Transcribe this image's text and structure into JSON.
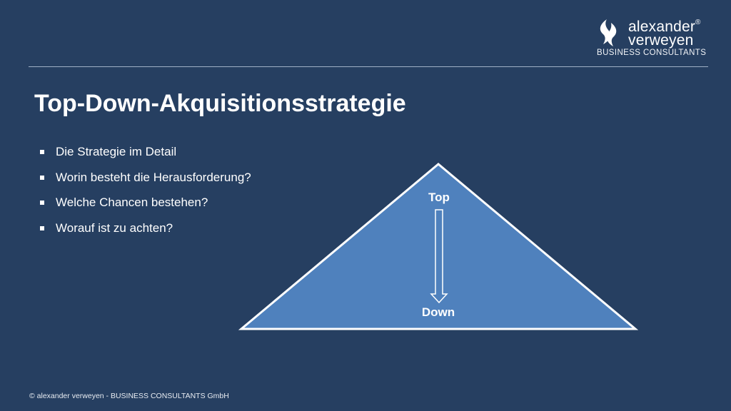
{
  "logo": {
    "name_line1": "alexander",
    "registered_mark": "®",
    "name_line2": "verweyen",
    "subtitle": "BUSINESS CONSULTANTS"
  },
  "slide": {
    "title": "Top-Down-Akquisitionsstrategie",
    "bullets": [
      "Die Strategie im Detail",
      "Worin besteht die Herausforderung?",
      "Welche Chancen bestehen?",
      "Worauf ist zu achten?"
    ]
  },
  "diagram": {
    "top_label": "Top",
    "bottom_label": "Down"
  },
  "footer": {
    "text": "© alexander verweyen - BUSINESS CONSULTANTS GmbH"
  },
  "colors": {
    "background": "#263f61",
    "pyramid_fill": "#4f81bd",
    "text": "#ffffff"
  }
}
